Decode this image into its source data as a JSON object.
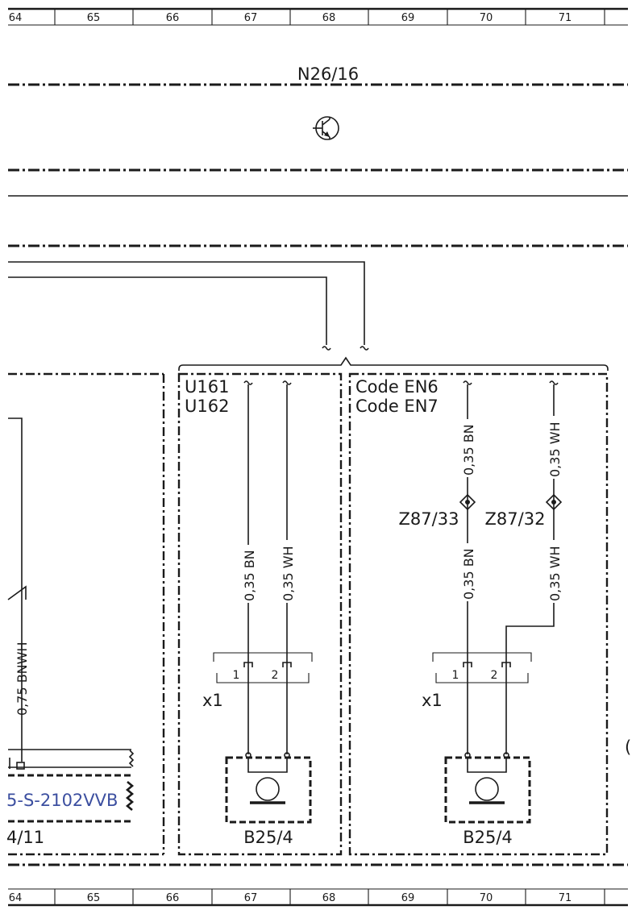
{
  "grid": {
    "top": [
      "64",
      "65",
      "66",
      "67",
      "68",
      "69",
      "70",
      "71"
    ],
    "bottom": [
      "64",
      "65",
      "66",
      "67",
      "68",
      "69",
      "70",
      "71"
    ]
  },
  "module": {
    "label": "N26/16"
  },
  "codes_left": {
    "line1": "U161",
    "line2": "U162"
  },
  "codes_right": {
    "line1": "Code EN6",
    "line2": "Code EN7"
  },
  "wires": {
    "left_bnwh": "0,75 BNWH",
    "mid_bn": "0,35 BN",
    "mid_wh": "0,35 WH",
    "right_bn_top": "0,35 BN",
    "right_wh_top": "0,35 WH",
    "right_bn_bottom": "0,35 BN",
    "right_wh_bottom": "0,35 WH"
  },
  "splices": {
    "bn": "Z87/33",
    "wh": "Z87/32"
  },
  "connectors": {
    "mid": {
      "label": "x1",
      "pin1": "1",
      "pin2": "2"
    },
    "right": {
      "label": "x1",
      "pin1": "1",
      "pin2": "2"
    }
  },
  "components": {
    "left_link": "5-S-2102VVB",
    "left_partial": "4/11",
    "mid": "B25/4",
    "right": "B25/4",
    "edge_partial": "("
  }
}
